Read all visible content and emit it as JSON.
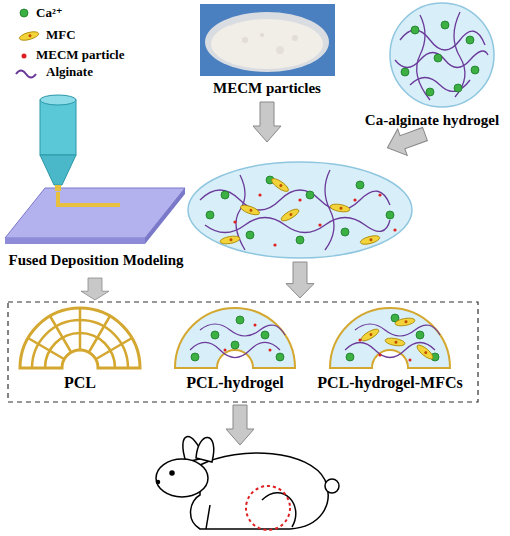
{
  "diagram": {
    "nodes": [
      {
        "text": [
          "MECM particles"
        ]
      },
      {
        "text": [
          "Ca-alginate hydrogel"
        ]
      },
      {
        "text": [
          "Fused Deposition Modeling"
        ]
      },
      {
        "text": [
          "PCL"
        ]
      },
      {
        "text": [
          "PCL-hydrogel"
        ]
      },
      {
        "text": [
          "PCL-hydrogel-MFCs"
        ]
      }
    ],
    "legend": [
      {
        "text": "Ca²⁺"
      },
      {
        "text": "MFC"
      },
      {
        "text": "MECM particle"
      },
      {
        "text": "Alginate"
      }
    ]
  }
}
